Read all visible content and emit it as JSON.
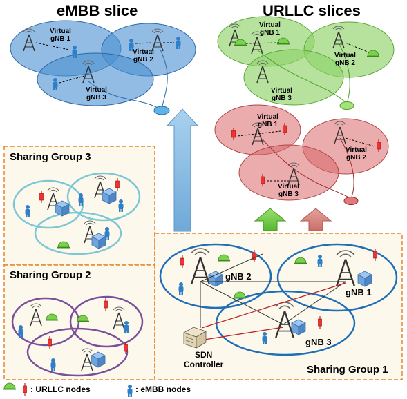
{
  "titles": {
    "embb": "eMBB slice",
    "urllc": "URLLC slices"
  },
  "groups": {
    "g3": "Sharing Group 3",
    "g2": "Sharing Group 2",
    "g1": "Sharing Group 1"
  },
  "embb_slice": {
    "gnb1": [
      "Virtual",
      "gNB 1"
    ],
    "gnb2": [
      "Virtual",
      "gNB 2"
    ],
    "gnb3": [
      "Virtual",
      "gNB 3"
    ]
  },
  "urllc_green": {
    "gnb1": [
      "Virtual",
      "gNB 1"
    ],
    "gnb2": [
      "Virtual",
      "gNB 2"
    ],
    "gnb3": [
      "Virtual",
      "gNB 3"
    ]
  },
  "urllc_red": {
    "gnb1": [
      "Virtual",
      "gNB 1"
    ],
    "gnb2": [
      "Virtual",
      "gNB 2"
    ],
    "gnb3": [
      "Virtual",
      "gNB 3"
    ]
  },
  "physical": {
    "gnb1": "gNB 1",
    "gnb2": "gNB 2",
    "gnb3": "gNB 3",
    "sdn": [
      "SDN",
      "Controller"
    ]
  },
  "legend": {
    "urllc": ": URLLC nodes",
    "embb": ": eMBB nodes"
  },
  "colors": {
    "embb_fill": "#4a8fd0",
    "urllc_green_fill": "#8fd36a",
    "urllc_red_fill": "#d9686a",
    "group_border": "#e8862a",
    "group_fill": "#fdf8ec",
    "g3_circle": "#7cc7d6",
    "g2_circle": "#7a4f9a",
    "g1_circle": "#1f6fb8"
  }
}
